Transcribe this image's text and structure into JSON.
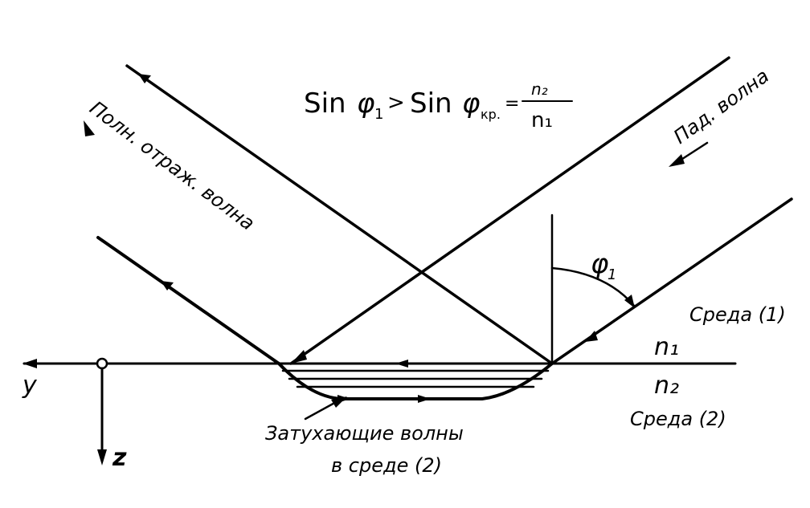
{
  "formula": {
    "sin1": "Sin",
    "phi1": "φ",
    "sub1": "1",
    "gt": ">",
    "sin2": "Sin",
    "phi2": "φ",
    "sub2": "кр.",
    "eq": "=",
    "num": "n₂",
    "den": "n₁"
  },
  "labels": {
    "reflected_wave": "Полн. отраж. волна",
    "incident_wave": "Пад. волна",
    "angle": "φ",
    "angle_sub": "1",
    "medium1": "Среда (1)",
    "medium2": "Среда (2)",
    "n1": "n₁",
    "n2": "n₂",
    "axis_y": "y",
    "axis_z": "z",
    "evanescent_line1": "Затухающие волны",
    "evanescent_line2": "в среде (2)"
  }
}
